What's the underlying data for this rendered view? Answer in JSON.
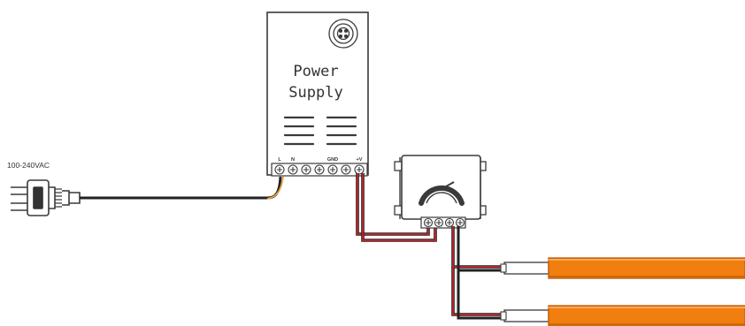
{
  "power_supply": {
    "label_line1": "Power",
    "label_line2": "Supply",
    "terminals": {
      "l": "L",
      "n": "N",
      "gnd": "GND",
      "vplus": "+V"
    }
  },
  "plug": {
    "voltage_label": "100-240VAC"
  },
  "colors": {
    "outline": "#3a3a3a",
    "red_wire": "#b3242b",
    "black_wire": "#222222",
    "orange_wire": "#e8a23a",
    "strip": "#f07f0f",
    "strip_edge": "#c4600a"
  }
}
